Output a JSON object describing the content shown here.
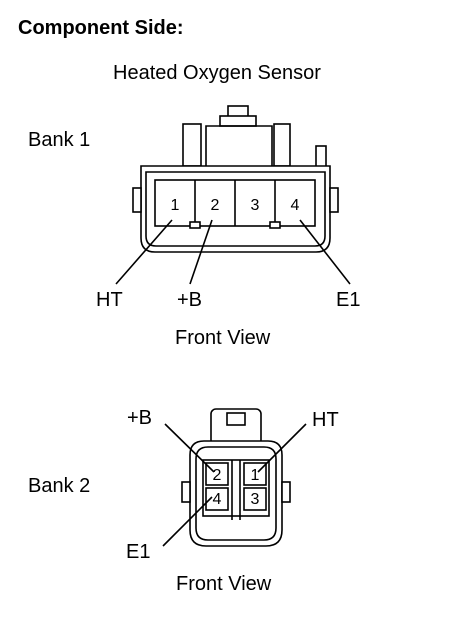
{
  "title": "Component Side:",
  "sensor_name": "Heated Oxygen Sensor",
  "bank1": {
    "label": "Bank 1",
    "pins": [
      "1",
      "2",
      "3",
      "4"
    ],
    "callouts": {
      "ht": "HT",
      "plus_b": "+B",
      "e1": "E1"
    },
    "view": "Front View"
  },
  "bank2": {
    "label": "Bank 2",
    "pins": [
      "2",
      "1",
      "4",
      "3"
    ],
    "callouts": {
      "plus_b": "+B",
      "ht": "HT",
      "e1": "E1"
    },
    "view": "Front View"
  }
}
